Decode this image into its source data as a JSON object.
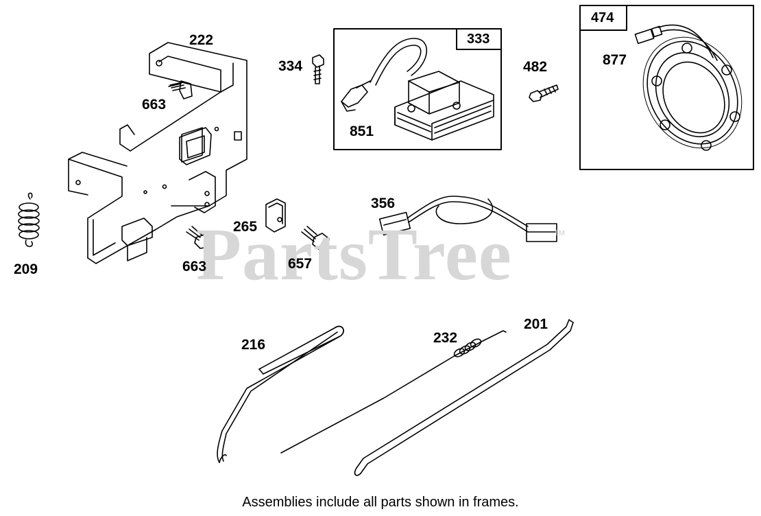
{
  "watermark": {
    "text": "PartsTree",
    "trademark": "TM"
  },
  "caption": "Assemblies include all parts shown in frames.",
  "frames": [
    {
      "id": "frame-333",
      "label": "333"
    },
    {
      "id": "frame-474",
      "label": "474"
    }
  ],
  "part_labels": {
    "p222": "222",
    "p663a": "663",
    "p334": "334",
    "p851": "851",
    "p482": "482",
    "p877": "877",
    "p209": "209",
    "p356": "356",
    "p265": "265",
    "p663b": "663",
    "p657": "657",
    "p216": "216",
    "p232": "232",
    "p201": "201"
  },
  "colors": {
    "line": "#000000",
    "watermark": "#d7d7d7",
    "background": "#ffffff"
  }
}
